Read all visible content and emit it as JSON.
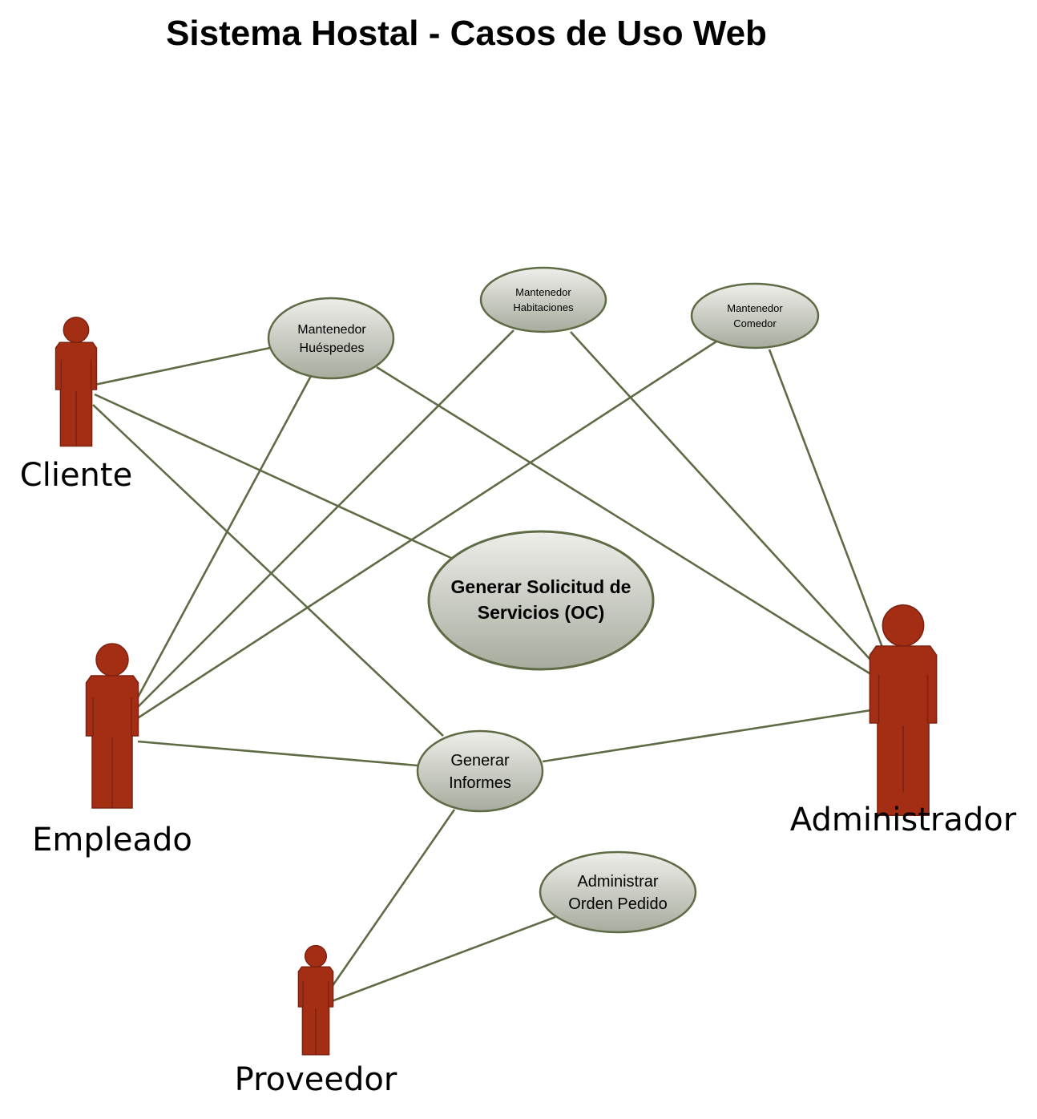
{
  "title": "Sistema Hostal - Casos de Uso Web",
  "colors": {
    "actor": "#a32e14",
    "line": "#5e6b45",
    "ellipse_top": "#eeeeea",
    "ellipse_bottom": "#a7ac9e",
    "ellipse_stroke": "#5e6b45"
  },
  "actors": {
    "cliente": "Cliente",
    "empleado": "Empleado",
    "administrador": "Administrador",
    "proveedor": "Proveedor"
  },
  "use_cases": {
    "mantenedor_huespedes": [
      "Mantenedor",
      "Huéspedes"
    ],
    "mantenedor_habitaciones": [
      "Mantenedor",
      "Habitaciones"
    ],
    "mantenedor_comedor": [
      "Mantenedor",
      "Comedor"
    ],
    "generar_solicitud": [
      "Generar Solicitud de",
      "Servicios (OC)"
    ],
    "generar_informes": [
      "Generar",
      "Informes"
    ],
    "administrar_orden": [
      "Administrar",
      "Orden Pedido"
    ]
  },
  "associations": [
    [
      "cliente",
      "mantenedor_huespedes"
    ],
    [
      "cliente",
      "generar_solicitud"
    ],
    [
      "cliente",
      "generar_informes"
    ],
    [
      "empleado",
      "mantenedor_huespedes"
    ],
    [
      "empleado",
      "mantenedor_habitaciones"
    ],
    [
      "empleado",
      "mantenedor_comedor"
    ],
    [
      "empleado",
      "generar_informes"
    ],
    [
      "administrador",
      "mantenedor_huespedes"
    ],
    [
      "administrador",
      "mantenedor_habitaciones"
    ],
    [
      "administrador",
      "mantenedor_comedor"
    ],
    [
      "administrador",
      "generar_informes"
    ],
    [
      "proveedor",
      "generar_informes"
    ],
    [
      "proveedor",
      "administrar_orden"
    ]
  ]
}
